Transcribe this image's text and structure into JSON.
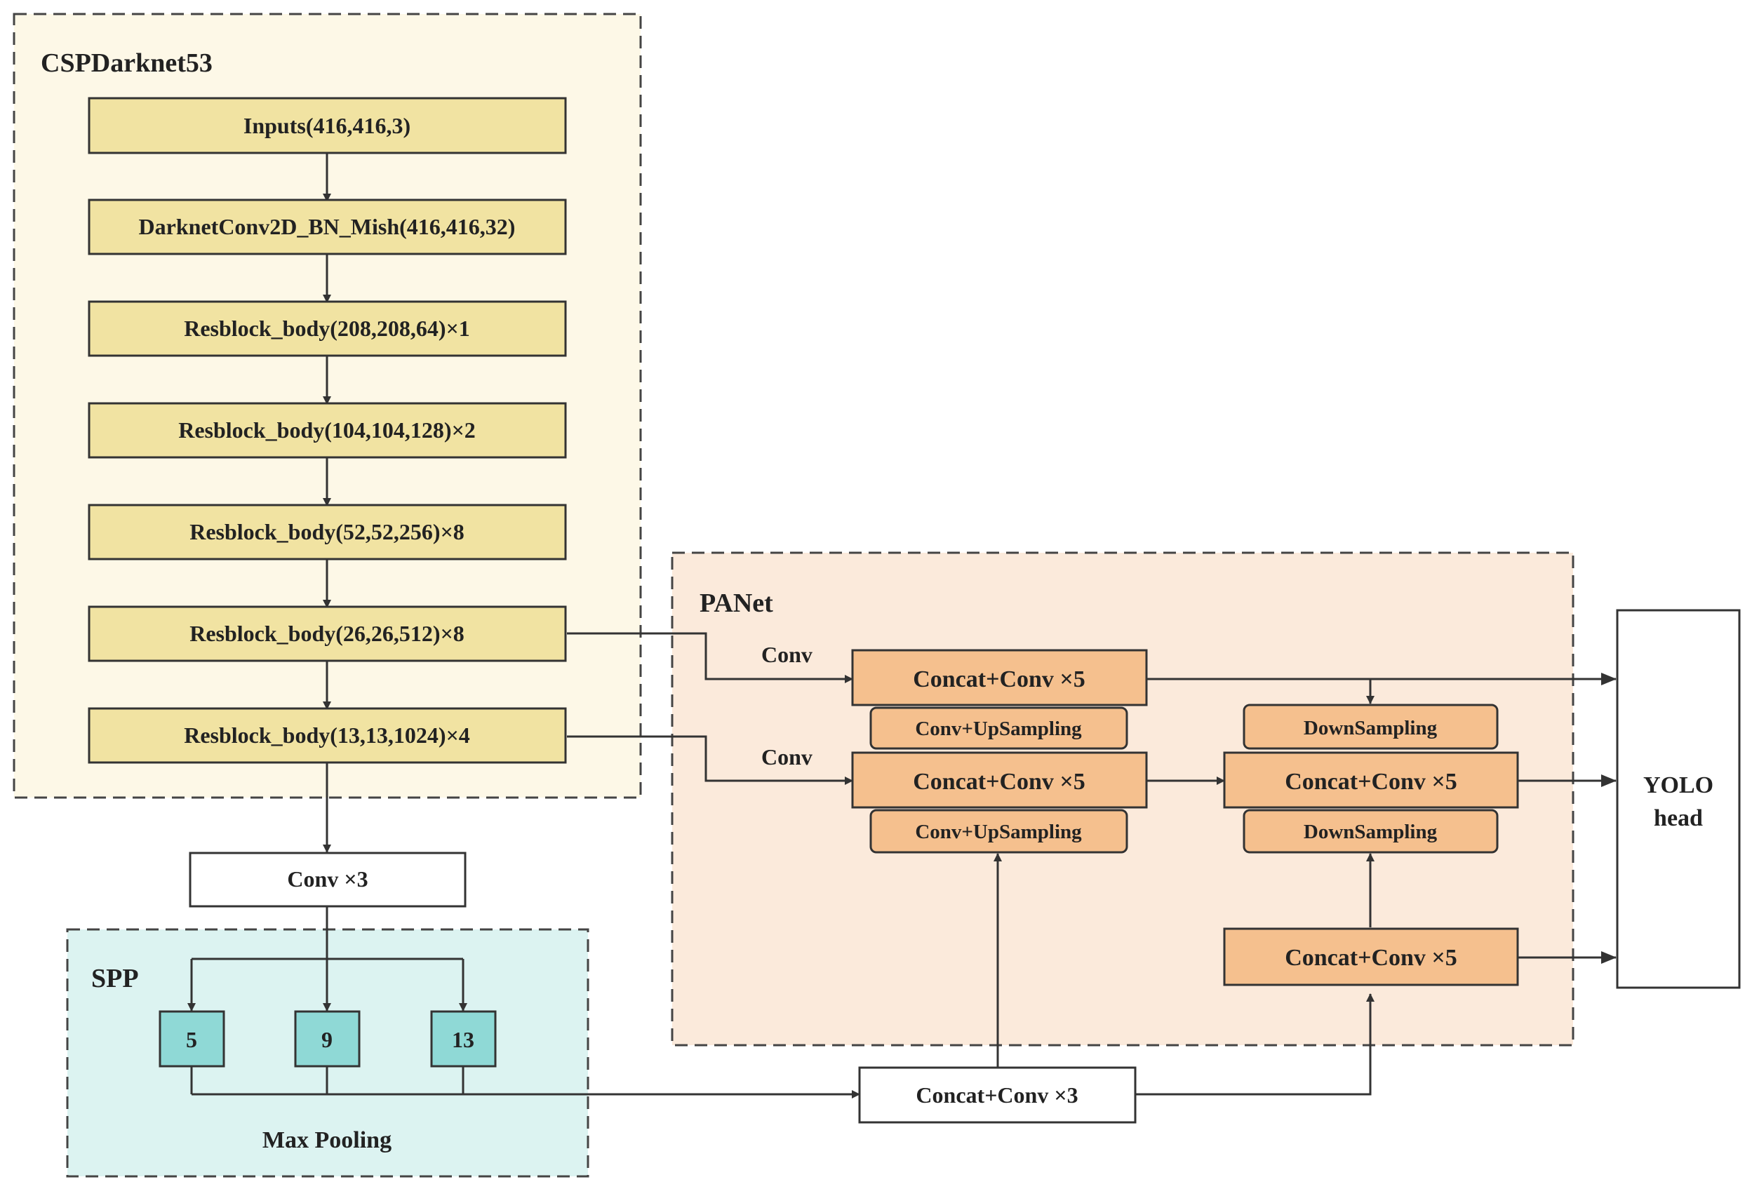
{
  "groups": {
    "backbone": "CSPDarknet53",
    "neck": "PANet",
    "spp": "SPP"
  },
  "backbone_layers": [
    "Inputs(416,416,3)",
    "DarknetConv2D_BN_Mish(416,416,32)",
    "Resblock_body(208,208,64)×1",
    "Resblock_body(104,104,128)×2",
    "Resblock_body(52,52,256)×8",
    "Resblock_body(26,26,512)×8",
    "Resblock_body(13,13,1024)×4"
  ],
  "conv3": "Conv ×3",
  "spp_pools": [
    "5",
    "9",
    "13"
  ],
  "max_pooling": "Max Pooling",
  "concat_conv3": "Concat+Conv ×3",
  "panet": {
    "conv_label_1": "Conv",
    "conv_label_2": "Conv",
    "left_top": "Concat+Conv ×5",
    "up_1": "Conv+UpSampling",
    "left_mid": "Concat+Conv ×5",
    "up_2": "Conv+UpSampling",
    "down_1": "DownSampling",
    "right_mid": "Concat+Conv ×5",
    "down_2": "DownSampling",
    "right_bottom": "Concat+Conv ×5"
  },
  "head": [
    "YOLO",
    "head"
  ],
  "colors": {
    "backbone_bg": "#fdf8e7",
    "backbone_box": "#f1e3a2",
    "neck_bg": "#fbeadb",
    "neck_box": "#f5c08e",
    "spp_bg": "#dcf3f1",
    "spp_box": "#8fd9d6",
    "line": "#333333"
  }
}
